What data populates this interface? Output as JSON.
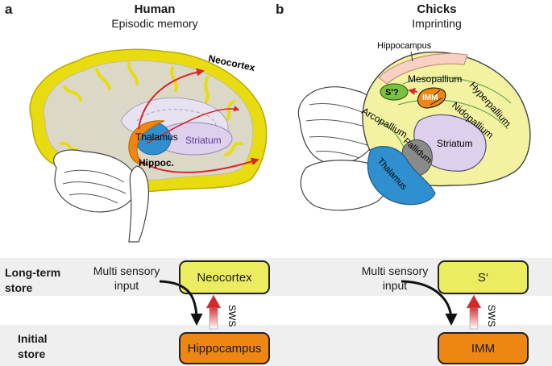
{
  "panel_a": {
    "letter": "a",
    "title": "Human",
    "subtitle": "Episodic memory",
    "labels": {
      "neocortex": "Neocortex",
      "thalamus": "Thalamus",
      "striatum": "Striatum",
      "hippoc": "Hippoc."
    }
  },
  "panel_b": {
    "letter": "b",
    "title": "Chicks",
    "subtitle": "Imprinting",
    "labels": {
      "hippocampus": "Hippocampus",
      "mesopallium": "Mesopallium",
      "hyperpallium": "Hyperpallium",
      "nidopallium": "Nidopallium",
      "arcopallium": "Arcopallium",
      "striatum": "Striatum",
      "pallidum": "Pallidum",
      "thalamus": "Thalamus",
      "s_prime_q": "S'?",
      "imm": "IMM"
    }
  },
  "scheme": {
    "row_long_term": "Long-term\nstore",
    "row_initial": "Initial\nstore",
    "left": {
      "input": "Multi sensory\ninput",
      "top_box": "Neocortex",
      "bottom_box": "Hippocampus",
      "sws": "SWS"
    },
    "right": {
      "input": "Multi sensory\ninput",
      "top_box": "S‘",
      "bottom_box": "IMM",
      "sws": "SWS"
    }
  },
  "colors": {
    "cortex_yellow": "#e8dc10",
    "brain_gray": "#dcd8c8",
    "thalamus_blue": "#2f8fcf",
    "hippo_orange": "#ee8614",
    "striatum_purple": "#ddd0ec",
    "pallium_yellow": "#f2f2a0",
    "arrow_red": "#d8262a"
  }
}
